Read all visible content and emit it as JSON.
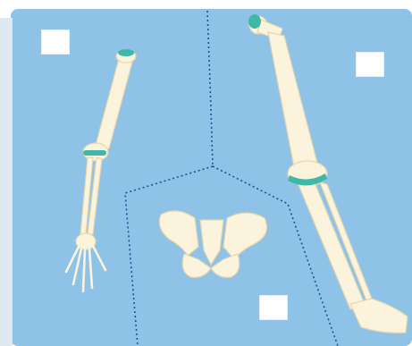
{
  "diagram": {
    "type": "skeleton-label-figure",
    "panels": [
      {
        "name": "arm",
        "label": ""
      },
      {
        "name": "pelvis",
        "label": ""
      },
      {
        "name": "leg",
        "label": ""
      }
    ]
  },
  "colors": {
    "background": "#8ec2e6",
    "bone": "#fbf3dc",
    "bone_outline": "#e6d6ad",
    "cartilage": "#41b8a7",
    "divider": "#1f4f9a",
    "label_box": "#ffffff"
  }
}
